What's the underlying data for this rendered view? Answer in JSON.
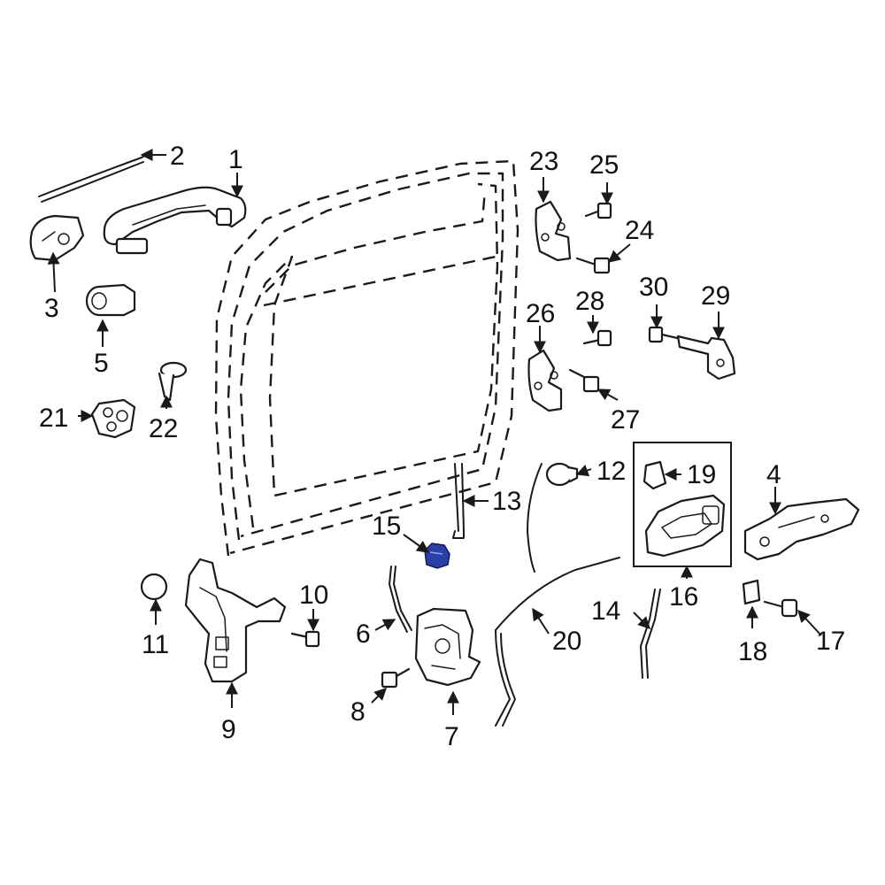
{
  "highlight_color": "#2a3fa8",
  "line_color": "#1a1a1a",
  "background": "#ffffff",
  "callouts": {
    "c1": "1",
    "c2": "2",
    "c3": "3",
    "c4": "4",
    "c5": "5",
    "c6": "6",
    "c7": "7",
    "c8": "8",
    "c9": "9",
    "c10": "10",
    "c11": "11",
    "c12": "12",
    "c13": "13",
    "c14": "14",
    "c15": "15",
    "c16": "16",
    "c17": "17",
    "c18": "18",
    "c19": "19",
    "c20": "20",
    "c21": "21",
    "c22": "22",
    "c23": "23",
    "c24": "24",
    "c25": "25",
    "c26": "26",
    "c27": "27",
    "c28": "28",
    "c29": "29",
    "c30": "30"
  },
  "highlighted_part": "15"
}
